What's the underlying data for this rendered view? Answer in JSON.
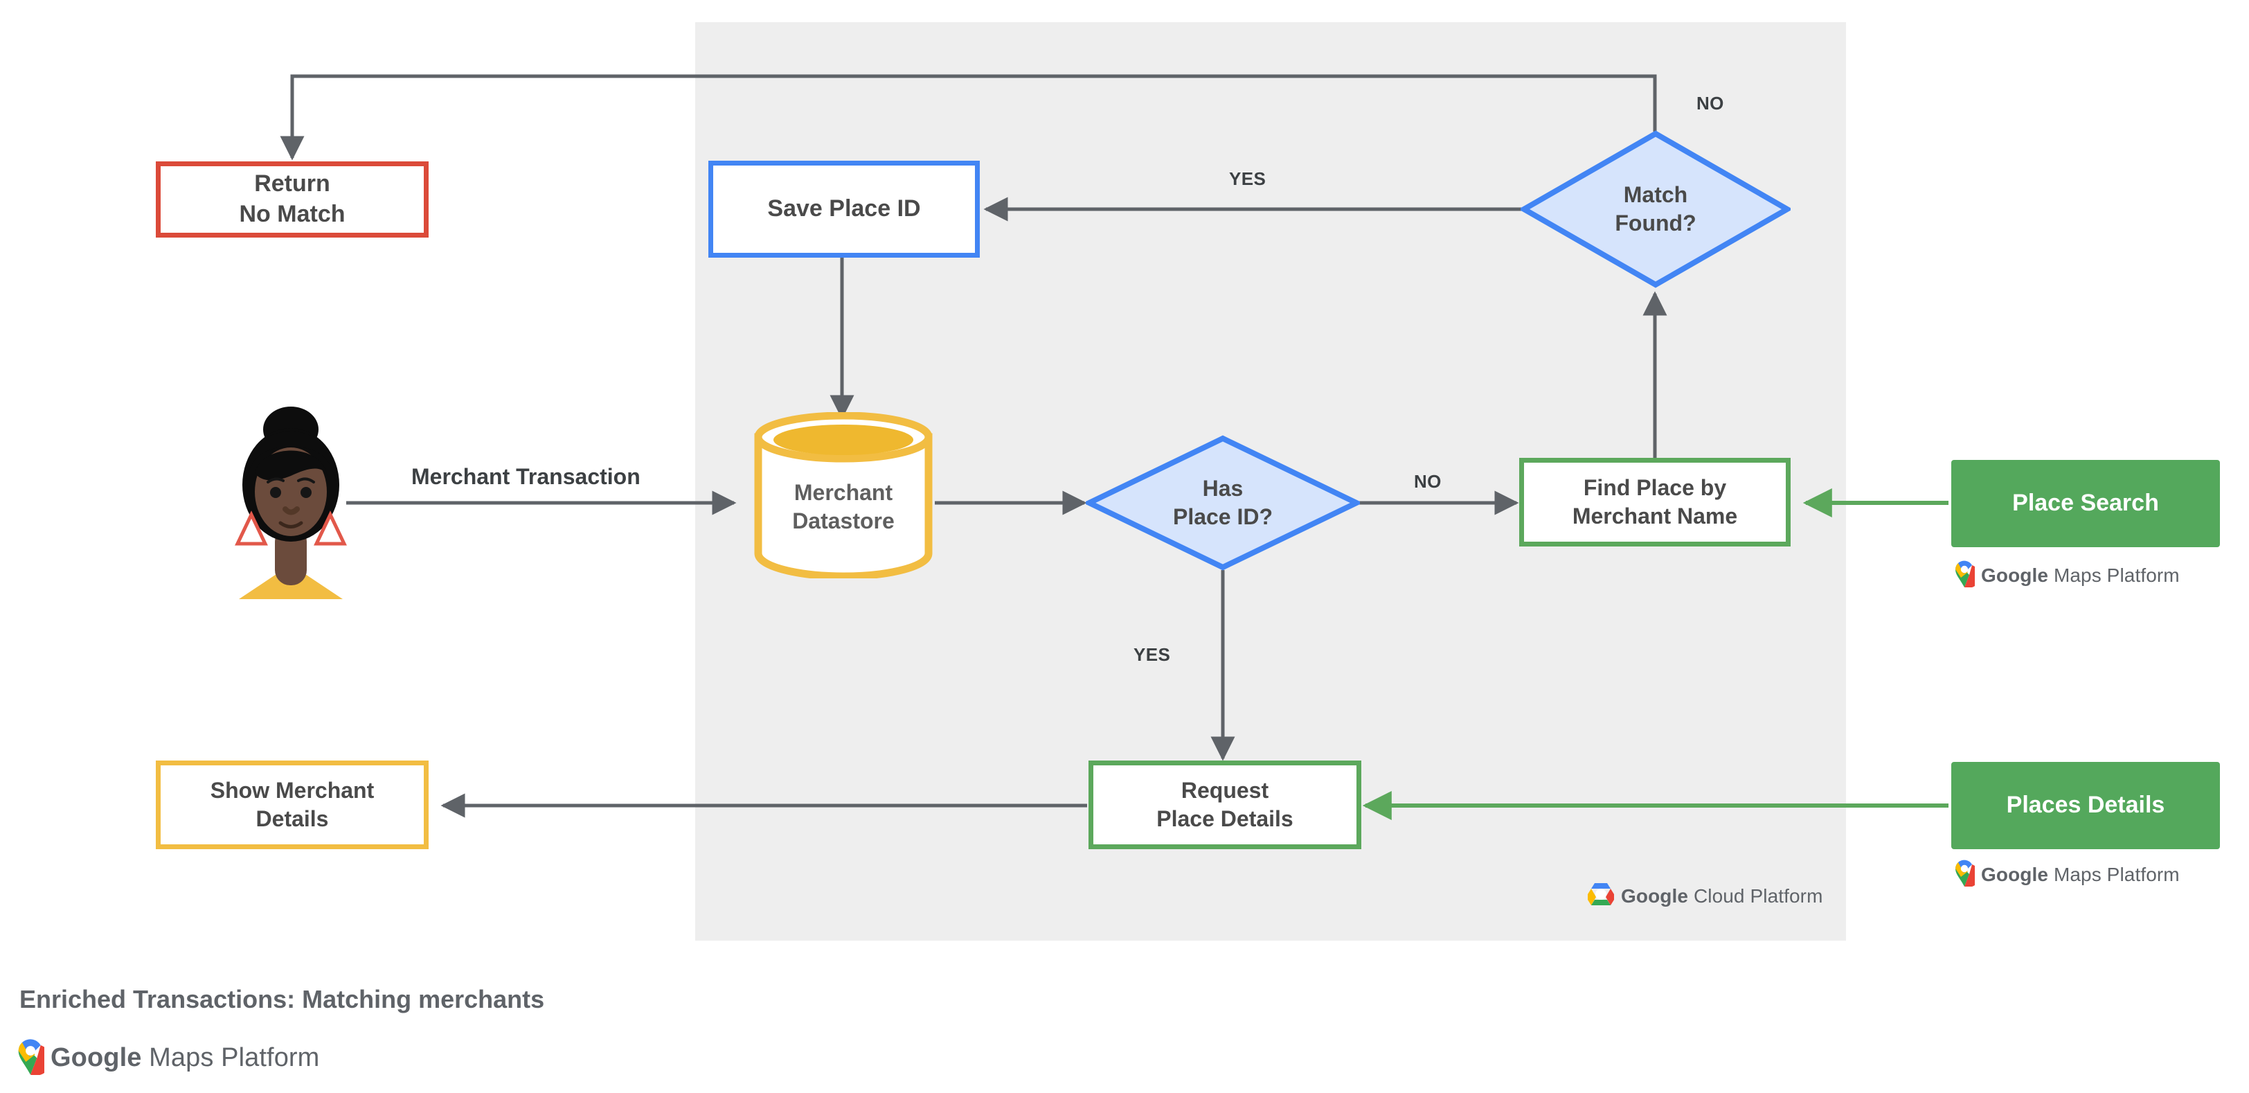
{
  "diagram": {
    "type": "flowchart",
    "title": "Enriched Transactions: Matching merchants",
    "panel_label": "google-cloud-platform-region",
    "colors": {
      "panel_bg": "#eeeeee",
      "red": "#DB4A39",
      "blue": "#4285F4",
      "blue_fill": "#D6E4FC",
      "green": "#5CA85C",
      "green_fill": "#54A85C",
      "yellow": "#F2BD42",
      "line": "#5f6368",
      "text": "#4a4a4a"
    },
    "nodes": {
      "return_no_match": {
        "label": "Return\nNo Match",
        "line1": "Return",
        "line2": "No Match",
        "shape": "rect",
        "style": "red-outline"
      },
      "save_place_id": {
        "label": "Save Place ID",
        "shape": "rect",
        "style": "blue-outline"
      },
      "merchant_datastore": {
        "line1": "Merchant",
        "line2": "Datastore",
        "shape": "cylinder",
        "style": "yellow"
      },
      "has_place_id": {
        "line1": "Has",
        "line2": "Place ID?",
        "shape": "diamond",
        "style": "blue"
      },
      "match_found": {
        "line1": "Match",
        "line2": "Found?",
        "shape": "diamond",
        "style": "blue"
      },
      "find_place_by_merchant_name": {
        "line1": "Find Place by",
        "line2": "Merchant Name",
        "shape": "rect",
        "style": "green-outline"
      },
      "request_place_details": {
        "line1": "Request",
        "line2": "Place Details",
        "shape": "rect",
        "style": "green-outline"
      },
      "show_merchant_details": {
        "line1": "Show Merchant",
        "line2": "Details",
        "shape": "rect",
        "style": "yellow-outline"
      },
      "place_search": {
        "label": "Place Search",
        "shape": "rect",
        "style": "green-filled"
      },
      "places_details": {
        "label": "Places Details",
        "shape": "rect",
        "style": "green-filled"
      },
      "customer": {
        "label": "customer-avatar",
        "shape": "avatar"
      }
    },
    "edges": [
      {
        "from": "customer",
        "to": "merchant_datastore",
        "label": "Merchant Transaction"
      },
      {
        "from": "merchant_datastore",
        "to": "has_place_id",
        "label": ""
      },
      {
        "from": "has_place_id",
        "to": "find_place_by_merchant_name",
        "label": "NO"
      },
      {
        "from": "has_place_id",
        "to": "request_place_details",
        "label": "YES"
      },
      {
        "from": "find_place_by_merchant_name",
        "to": "match_found",
        "label": ""
      },
      {
        "from": "match_found",
        "to": "save_place_id",
        "label": "YES"
      },
      {
        "from": "match_found",
        "to": "return_no_match",
        "label": "NO"
      },
      {
        "from": "save_place_id",
        "to": "merchant_datastore",
        "label": ""
      },
      {
        "from": "request_place_details",
        "to": "show_merchant_details",
        "label": ""
      },
      {
        "from": "place_search",
        "to": "find_place_by_merchant_name",
        "label": ""
      },
      {
        "from": "places_details",
        "to": "request_place_details",
        "label": ""
      }
    ],
    "edge_labels": {
      "merchant_transaction": "Merchant Transaction",
      "yes_match": "YES",
      "no_match": "NO",
      "no_place_id": "NO",
      "yes_place_id": "YES"
    }
  },
  "brands": {
    "maps_platform": {
      "google": "Google",
      "product": "Maps Platform"
    },
    "cloud_platform": {
      "google": "Google",
      "product": "Cloud Platform"
    }
  },
  "footer": {
    "title": "Enriched Transactions: Matching merchants"
  }
}
